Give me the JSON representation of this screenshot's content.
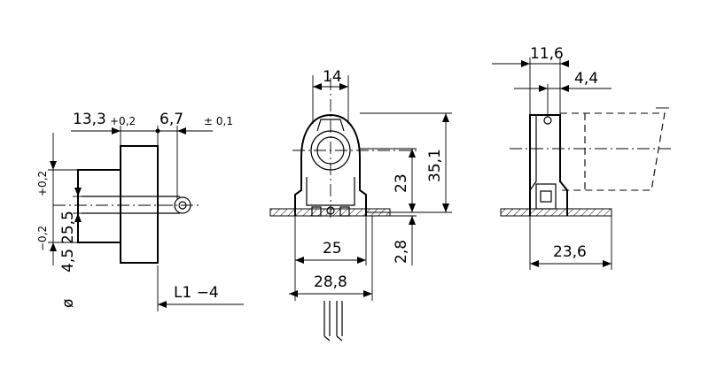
{
  "labels": {
    "d_13_3": "13,3",
    "tol_plus_0_2_a": "+0,2",
    "d_6_7": "6,7",
    "tol_pm_0_1": "± 0,1",
    "d_25_5": "25,5",
    "tol_plus_0_2_b": "+0,2",
    "d_4_5": "4,5",
    "tol_minus_0_2": "−0,2",
    "diameter_symbol": "ø",
    "l1": "L1 −4",
    "d_14": "14",
    "d_23": "23",
    "d_35_1": "35,1",
    "d_2_8": "2,8",
    "d_25": "25",
    "d_28_8": "28,8",
    "d_11_6": "11,6",
    "d_4_4": "4,4",
    "d_23_6": "23,6"
  }
}
